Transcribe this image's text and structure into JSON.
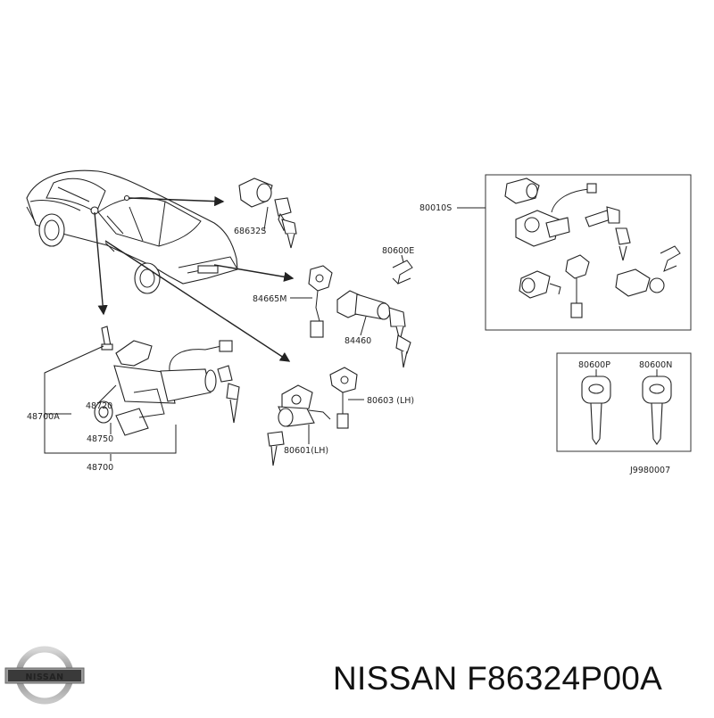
{
  "diagram": {
    "part_labels": {
      "p68632s": "68632S",
      "p84665m": "84665M",
      "p80600e": "80600E",
      "p84460": "84460",
      "p80010s": "80010S",
      "p80600p": "80600P",
      "p80600n": "80600N",
      "p48720": "48720",
      "p48700a": "48700A",
      "p48750": "48750",
      "p48700": "48700",
      "p80603": "80603 (LH)",
      "p80601": "80601(LH)"
    },
    "drawing_code": "J9980007"
  },
  "footer": {
    "logo_text": "NISSAN",
    "caption": "NISSAN F86324P00A"
  },
  "colors": {
    "ink": "#222222",
    "background": "#ffffff"
  }
}
